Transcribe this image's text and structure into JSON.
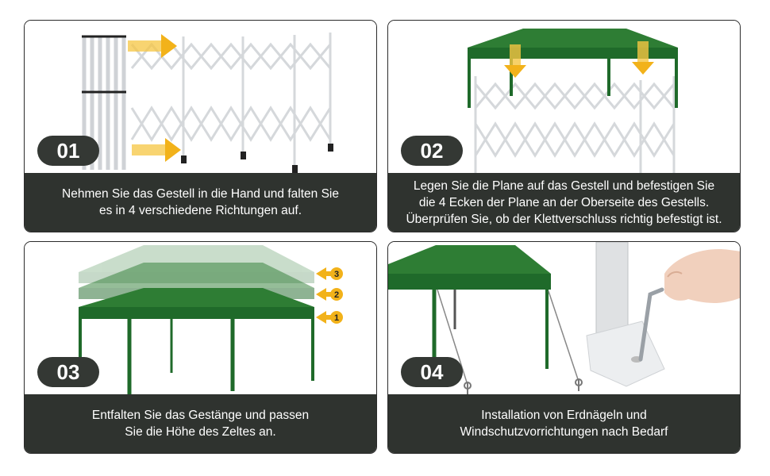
{
  "steps": [
    {
      "badge": "01",
      "caption": "Nehmen Sie das Gestell in die Hand und falten Sie\nes in 4 verschiedene Richtungen auf."
    },
    {
      "badge": "02",
      "caption": "Legen Sie die Plane auf das Gestell und befestigen Sie\ndie 4 Ecken der Plane an der Oberseite des Gestells.\nÜberprüfen Sie, ob der Klettverschluss richtig befestigt ist."
    },
    {
      "badge": "03",
      "caption": "Entfalten Sie das Gestänge und passen\nSie die Höhe des Zeltes an."
    },
    {
      "badge": "04",
      "caption": "Installation von Erdnägeln und\nWindschutzvorrichtungen nach Bedarf"
    }
  ],
  "height_markers": [
    "3",
    "2",
    "1"
  ],
  "colors": {
    "caption_bg": "#2f332f",
    "canopy": "#1f6a2a",
    "arrow": "#f2b21a",
    "frame": "#e9eaec"
  },
  "icons": [
    "arrow-right-icon",
    "arrow-down-icon",
    "arrow-left-icon",
    "hand-icon",
    "allen-key-icon",
    "ground-stake-icon"
  ]
}
